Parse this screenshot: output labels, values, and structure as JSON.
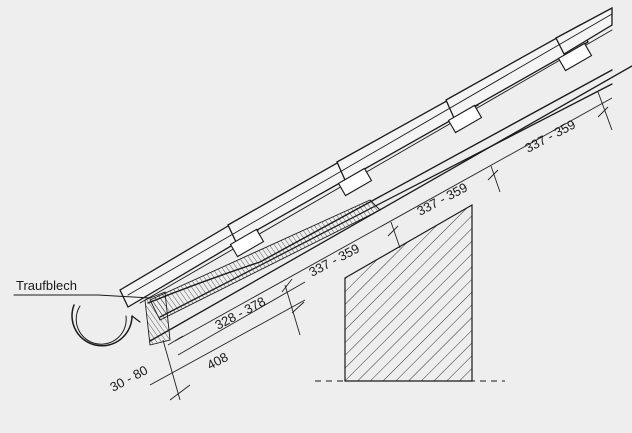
{
  "label_traufblech": "Traufblech",
  "dimensions": {
    "eaves_offset": "30 - 80",
    "first_overall": "408",
    "first_batten": "328 - 378",
    "batten_2": "337 - 359",
    "batten_3": "337 - 359",
    "batten_4": "337 - 359"
  },
  "colors": {
    "background": "#eeeeee",
    "line": "#1a1a1a"
  }
}
